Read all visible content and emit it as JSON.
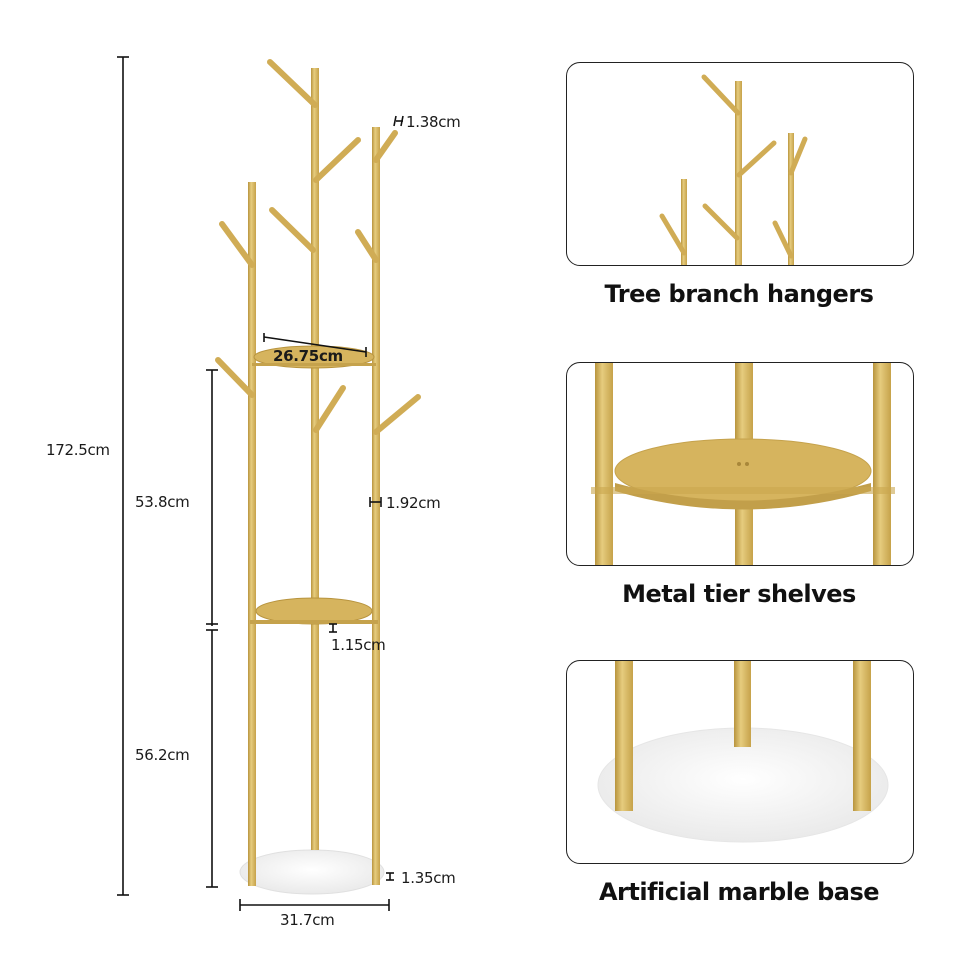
{
  "diagram": {
    "subject": "Gold tree-branch coat rack with two metal tier shelves and artificial marble base",
    "colors": {
      "gold": "#d4b25a",
      "gold_dark": "#b8943e",
      "gold_light": "#e6cc7e",
      "marble": "#f4f4f4",
      "line": "#111111"
    },
    "dimensions": {
      "total_height": "172.5cm",
      "upper_section_height": "53.8cm",
      "lower_section_height": "56.2cm",
      "shelf_diameter": "26.75cm",
      "branch_diameter": "1.38cm",
      "pole_diameter": "1.92cm",
      "shelf_thickness": "1.15cm",
      "base_thickness": "1.35cm",
      "base_diameter": "31.7cm"
    },
    "features": [
      {
        "caption": "Tree branch hangers"
      },
      {
        "caption": "Metal tier shelves"
      },
      {
        "caption": "Artificial marble base"
      }
    ]
  }
}
